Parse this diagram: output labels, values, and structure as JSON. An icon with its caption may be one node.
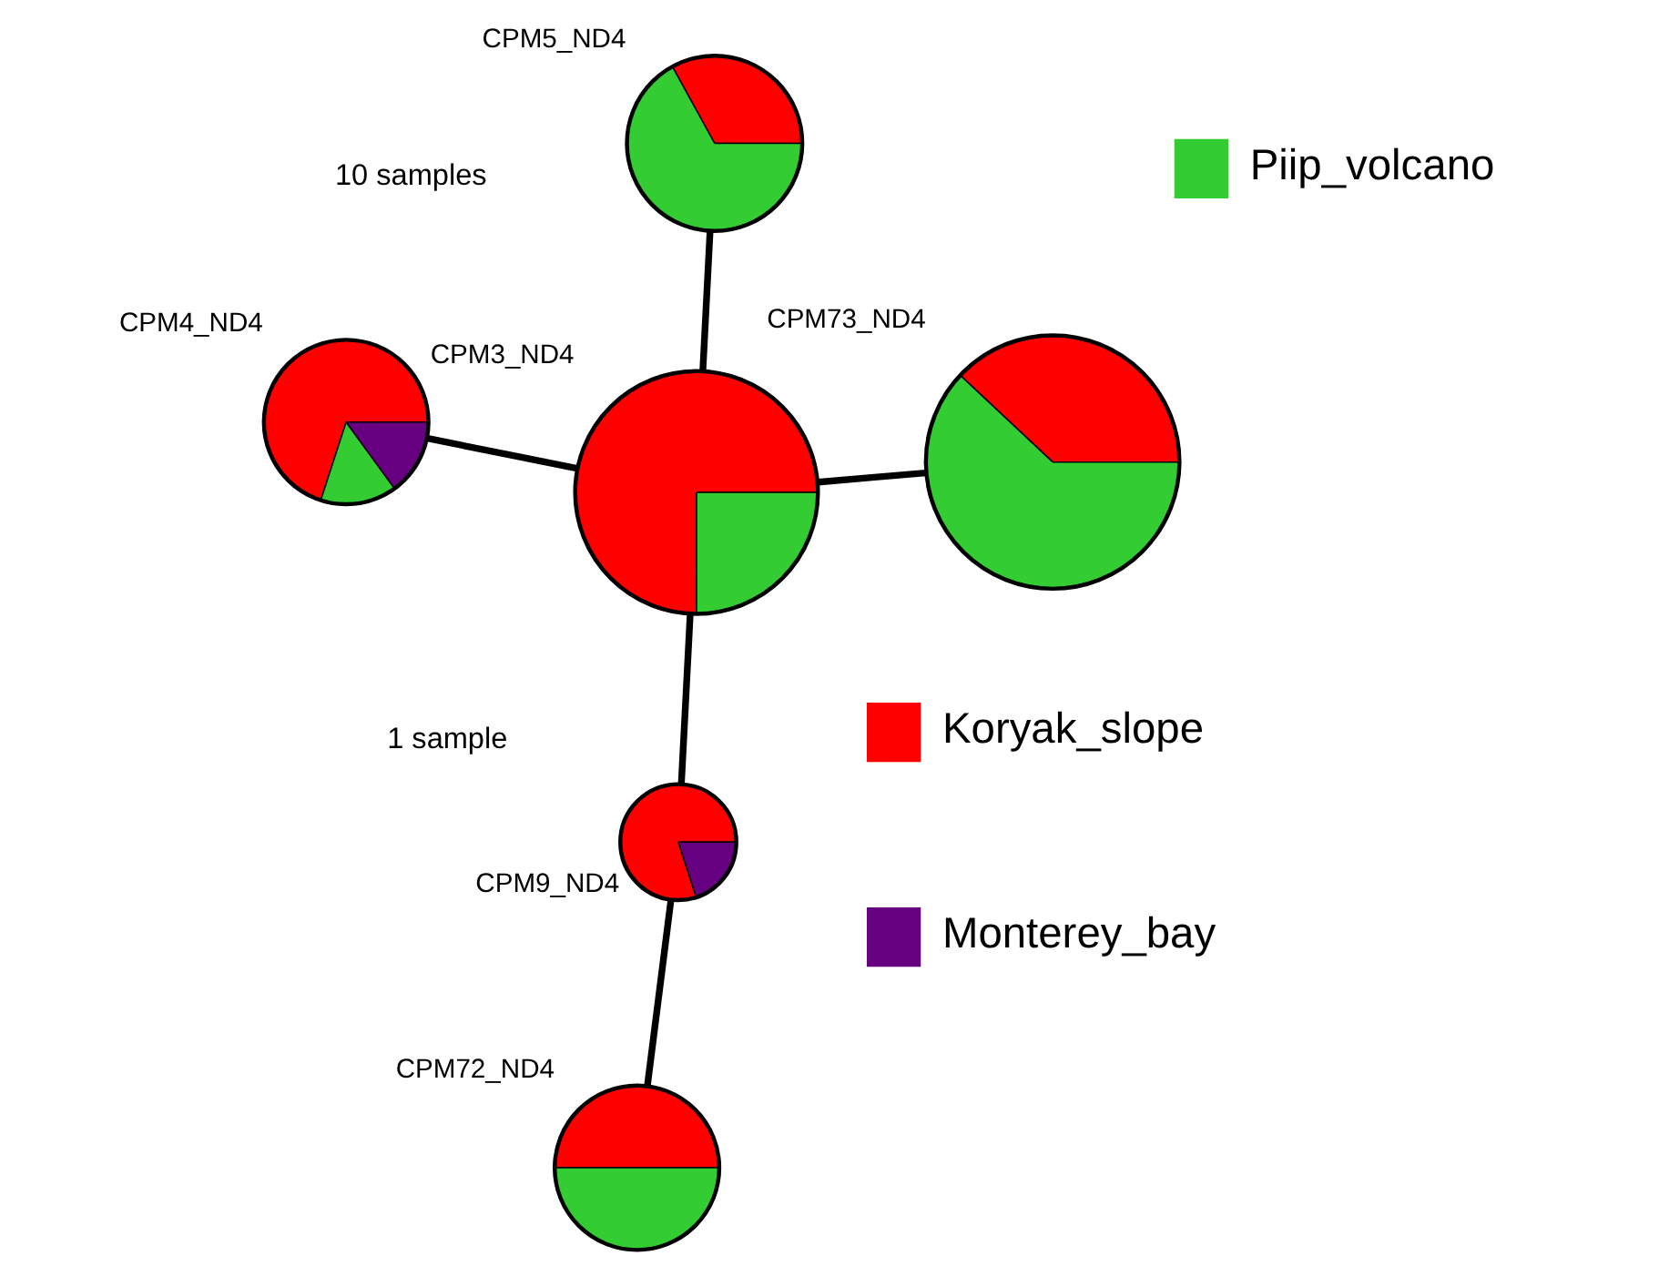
{
  "diagram": {
    "nodes": [
      {
        "text": [],
        "shape": "circle",
        "beside": [
          "CPM72_ND4"
        ]
      },
      {
        "text": [],
        "shape": "circle",
        "beside": [
          "CPM9_ND4"
        ]
      },
      {
        "text": [],
        "shape": "circle",
        "beside": [
          "CPM3_ND4"
        ]
      },
      {
        "text": [],
        "shape": "circle",
        "beside": [
          "CPM5_ND4"
        ]
      },
      {
        "text": [],
        "shape": "circle",
        "beside": [
          "CPM73_ND4"
        ]
      },
      {
        "text": [],
        "shape": "circle",
        "beside": [
          "CPM4_ND4"
        ]
      }
    ],
    "edges": [
      {
        "from": 0,
        "to": 1,
        "arrow": "none"
      },
      {
        "from": 1,
        "to": 2,
        "arrow": "none"
      },
      {
        "from": 2,
        "to": 3,
        "arrow": "none"
      },
      {
        "from": 2,
        "to": 4,
        "arrow": "none"
      },
      {
        "from": 2,
        "to": 5,
        "arrow": "none"
      }
    ],
    "labels": [
      "10 samples",
      "1 sample"
    ],
    "legend": [
      {
        "text": "Koryak_slope",
        "color": "#ff0000"
      },
      {
        "text": "Piip_volcano",
        "color": "#33cc33"
      },
      {
        "text": "Monterey_bay",
        "color": "#660080"
      }
    ]
  }
}
